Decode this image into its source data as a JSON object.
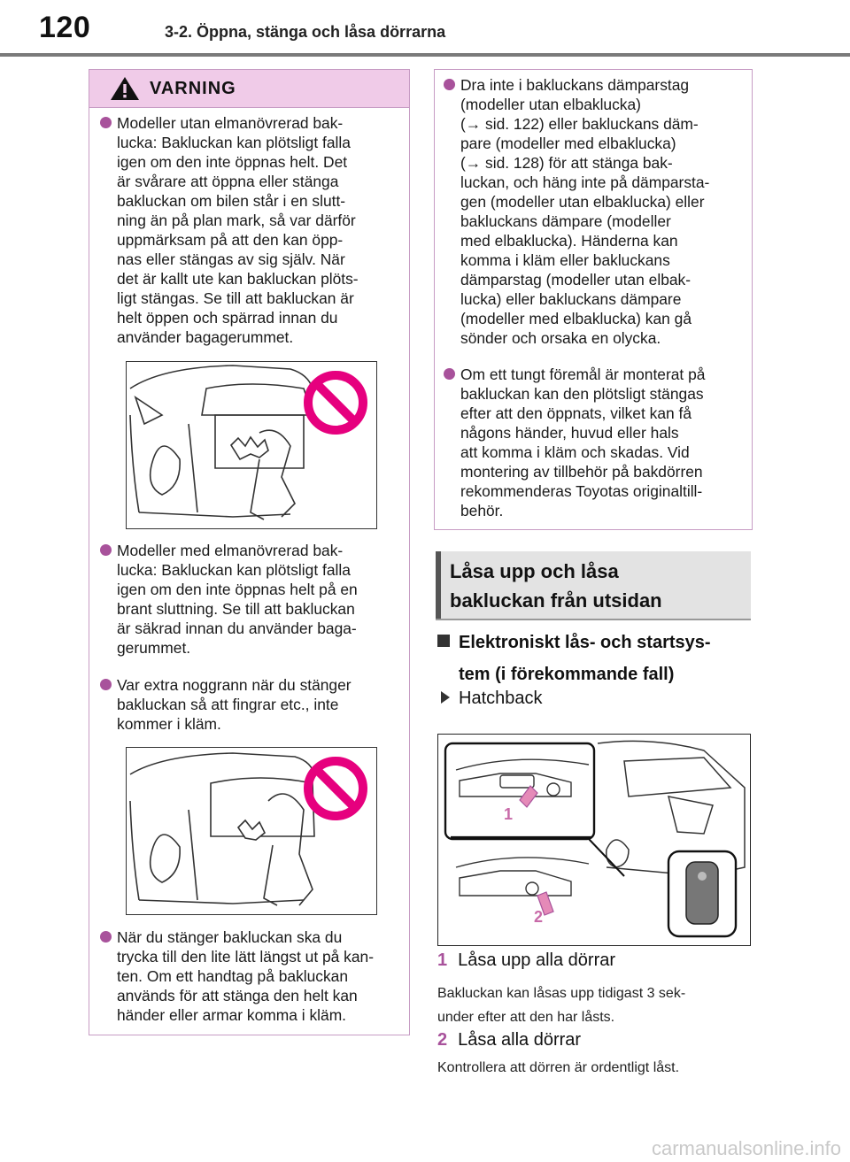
{
  "header": {
    "page_number": "120",
    "chapter_title": "3-2. Öppna, stänga och låsa dörrarna"
  },
  "warning_left": {
    "title": "VARNING",
    "bullets": [
      "Modeller utan elmanövrerad bak-\nlucka: Bakluckan kan plötsligt falla\nigen om den inte öppnas helt. Det\när svårare att öppna eller stänga\nbakluckan om bilen står i en slutt-\nning än på plan mark, så var därför\nuppmärksam på att den kan öpp-\nnas eller stängas av sig själv. När\ndet är kallt ute kan bakluckan plöts-\nligt stängas. Se till att bakluckan är\nhelt öppen och spärrad innan du\nanvänder bagagerummet.",
      "Modeller med elmanövrerad bak-\nlucka: Bakluckan kan plötsligt falla\nigen om den inte öppnas helt på en\nbrant sluttning. Se till att bakluckan\när säkrad innan du använder baga-\ngerummet.",
      "Var extra noggrann när du stänger\nbakluckan så att fingrar etc., inte\nkommer i kläm.",
      "När du stänger bakluckan ska du\ntrycka till den lite lätt längst ut på kan-\nten. Om ett handtag på bakluckan\nanvänds för att stänga den helt kan\nhänder eller armar komma i kläm."
    ]
  },
  "warning_right": {
    "bullets": [
      "Dra inte i bakluckans dämparstag\n(modeller utan elbaklucka)\n(→ sid. 122) eller bakluckans däm-\npare (modeller med elbaklucka)\n(→ sid. 128) för att stänga bak-\nluckan, och häng inte på dämparsta-\ngen (modeller utan elbaklucka) eller\nbakluckans dämpare (modeller\nmed elbaklucka). Händerna kan\nkomma i kläm eller bakluckans\ndämparstag (modeller utan elbak-\nlucka) eller bakluckans dämpare\n(modeller med elbaklucka) kan gå\nsönder och orsaka en olycka.",
      "Om ett tungt föremål är monterat på\nbakluckan kan den plötsligt stängas\nefter att den öppnats, vilket kan få\nnågons händer, huvud eller hals\natt komma i kläm och skadas. Vid\nmontering av tillbehör på bakdörren\nrekommenderas Toyotas originaltill-\nbehör."
    ]
  },
  "section": {
    "title": "Låsa upp och låsa\nbakluckan från utsidan"
  },
  "subsection": {
    "title_line1": "Elektroniskt lås- och startsys-",
    "title_line2": "tem (i förekommande fall)",
    "variant": "Hatchback"
  },
  "figure": {
    "callout_1": "1",
    "callout_2": "2"
  },
  "steps": [
    {
      "number": "1",
      "label": "Låsa upp alla dörrar",
      "description": "Bakluckan kan låsas upp tidigast 3 sek-\nunder efter att den har låsts."
    },
    {
      "number": "2",
      "label": "Låsa alla dörrar",
      "description": "Kontrollera att dörren är ordentligt låst."
    }
  ],
  "watermark": "carmanualsonline.info",
  "colors": {
    "accent_magenta": "#a8529b",
    "warning_header_bg": "#f0cbe8",
    "warning_border": "#c79cc4",
    "prohibition_red": "#e6007e",
    "section_bg": "#e3e3e3"
  }
}
